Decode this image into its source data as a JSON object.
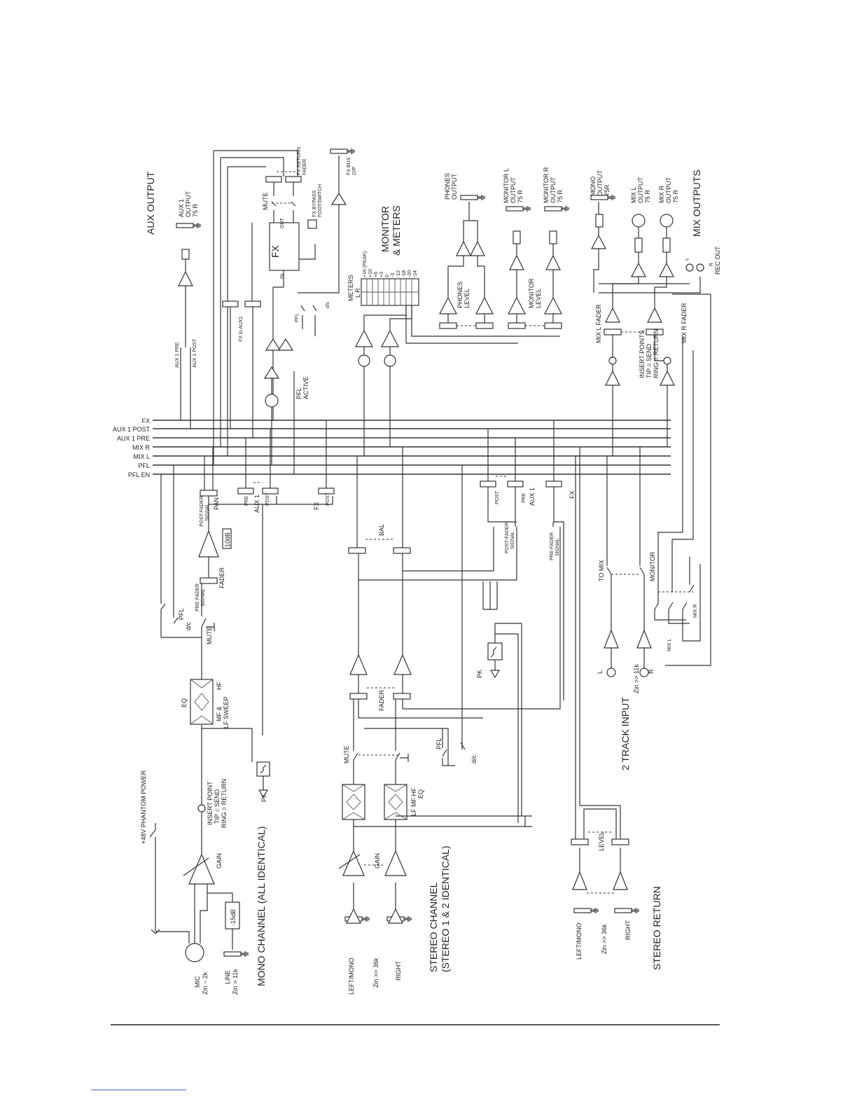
{
  "buses": [
    "FX",
    "AUX 1 POST",
    "AUX 1 PRE",
    "MIX R",
    "MIX L",
    "PFL",
    "PFL EN"
  ],
  "sections": {
    "aux_output": "AUX OUTPUT",
    "monitor_meters_1": "MONITOR",
    "monitor_meters_2": "& METERS",
    "mix_outputs": "MIX OUTPUTS",
    "mono_channel": "MONO CHANNEL (ALL IDENTICAL)",
    "stereo_channel_1": "STEREO CHANNEL",
    "stereo_channel_2": "(STEREO 1 & 2 IDENTICAL)",
    "two_track_input": "2 TRACK INPUT",
    "stereo_return": "STEREO RETURN"
  },
  "aux_output": {
    "l1": "AUX 1",
    "l2": "OUTPUT",
    "l3": "75 R",
    "aux_pre": "AUX 1 PRE",
    "aux_post": "AUX 1 POST"
  },
  "fx_section": {
    "fx": "FX",
    "in": "IN",
    "out": "OUT",
    "mute": "MUTE",
    "return_fader_1": "FX RETURN",
    "return_fader_2": "FADER",
    "bypass_1": "FX BYPASS",
    "bypass_2": "FOOTSWITCH",
    "bus_op_1": "FX BUS",
    "bus_op_2": "O/P",
    "fx_to_aux": "FX to AUX1",
    "pfl": "PFL",
    "dc": "d/c",
    "pfl_active_1": "PFL",
    "pfl_active_2": "ACTIVE"
  },
  "meters": {
    "title_1": "METERS",
    "title_2": "L   R",
    "scale": [
      "+16 (PEAK)",
      "+10",
      "+6",
      "+3",
      "0",
      "-3",
      "-12",
      "-18",
      "-20",
      "-24"
    ],
    "phones_level_1": "PHONES",
    "phones_level_2": "LEVEL",
    "monitor_level_1": "MONITOR",
    "monitor_level_2": "LEVEL"
  },
  "outputs": {
    "phones_1": "PHONES",
    "phones_2": "OUTPUT",
    "monitor_l_1": "MONITOR L",
    "monitor_l_2": "OUTPUT",
    "monitor_l_3": "75 R",
    "monitor_r_1": "MONITOR R",
    "monitor_r_2": "OUTPUT",
    "monitor_r_3": "75 R",
    "mono_1": "MONO",
    "mono_2": "OUTPUT",
    "mono_3": "75R",
    "mix_l_1": "MIX L",
    "mix_l_2": "OUTPUT",
    "mix_l_3": "75 R",
    "mix_r_1": "MIX R",
    "mix_r_2": "OUTPUT",
    "mix_r_3": "75 R",
    "mix_l_fader": "MIX L FADER",
    "mix_r_fader": "MIX R FADER",
    "insert_1": "INSERT POINTS",
    "insert_2": "TIP = SEND",
    "insert_3": "RING = RETURN",
    "rec_l": "L",
    "rec_r": "R",
    "rec_out": "REC OUT"
  },
  "mono_channel": {
    "mic_1": "MIC",
    "mic_2": "Zin ~ 2k",
    "line_1": "LINE",
    "line_2": "Zin > 11k",
    "pad": "-15dB",
    "gain": "GAIN",
    "phantom": "+48V PHANTOM POWER",
    "insert_1": "INSERT POINT",
    "insert_2": "TIP = SEND",
    "insert_3": "RING = RETURN",
    "eq": "EQ",
    "eq_1": "MF &",
    "eq_2": "HF",
    "eq_3": "LF SWEEP",
    "pk": "PK",
    "mute": "MUTE",
    "dc": "d/c",
    "pfl": "PFL",
    "pre_fader_1": "PRE-FADER",
    "pre_fader_2": "SIGNAL",
    "fader": "FADER",
    "ten_db": "10dB",
    "post_fader_1": "POST-FADER",
    "post_fader_2": "SIGNAL",
    "pan": "PAN",
    "pre": "PRE",
    "aux1": "AUX 1",
    "post": "POST",
    "fx": "FX",
    "fx_post": "POST"
  },
  "stereo_channel": {
    "left_mono": "LEFT/MONO",
    "zin": "Zin >> 36k",
    "right": "RIGHT",
    "gain": "GAIN",
    "eq_1": "LF  MF  HF",
    "eq_2": "EQ",
    "mute": "MUTE",
    "pfl": "PFL",
    "dc": "d/c",
    "fader": "FADER",
    "pk": "PK",
    "bal": "BAL",
    "post_fader_1": "POST-FADER",
    "post_fader_2": "SIGNAL",
    "pre_fader_1": "PRE-FADER",
    "pre_fader_2": "SIGNAL",
    "post": "POST",
    "pre": "PRE",
    "aux1": "AUX 1",
    "fx": "FX"
  },
  "two_track": {
    "to_mix": "TO MIX",
    "monitor": "MONITOR",
    "l": "L",
    "r": "R",
    "zin": "Zin >> 11k",
    "mix_l": "MIX L",
    "mix_r": "MIX R"
  },
  "stereo_return": {
    "left_mono": "LEFT/MONO",
    "zin": "Zin >> 36k",
    "right": "RIGHT",
    "level": "LEVEL"
  }
}
